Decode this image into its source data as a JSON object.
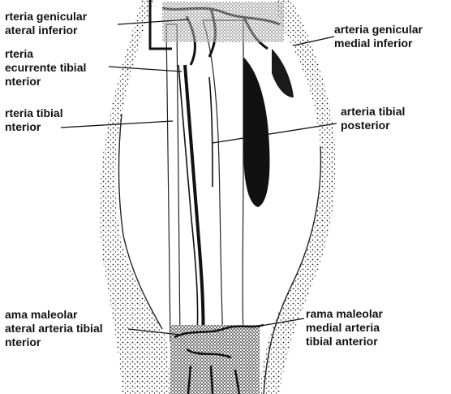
{
  "labels": {
    "genicular_lateral_inferior": [
      "rteria genicular",
      "ateral inferior"
    ],
    "recurrente_tibial_anterior": [
      "rteria",
      "ecurrente tibial",
      "nterior"
    ],
    "tibial_anterior": [
      "rteria tibial",
      "nterior"
    ],
    "maleolar_lateral": [
      "ama maleolar",
      "ateral arteria tibial",
      "nterior"
    ],
    "genicular_medial_inferior": [
      "arteria genicular",
      "medial inferior"
    ],
    "tibial_posterior": [
      "arteria tibial",
      "posterior"
    ],
    "maleolar_medial": [
      "rama maleolar",
      "medial arteria",
      "tibial anterior"
    ]
  },
  "colors": {
    "ink": "#111111",
    "shade": "#1a1a1a",
    "paper": "#ffffff"
  }
}
